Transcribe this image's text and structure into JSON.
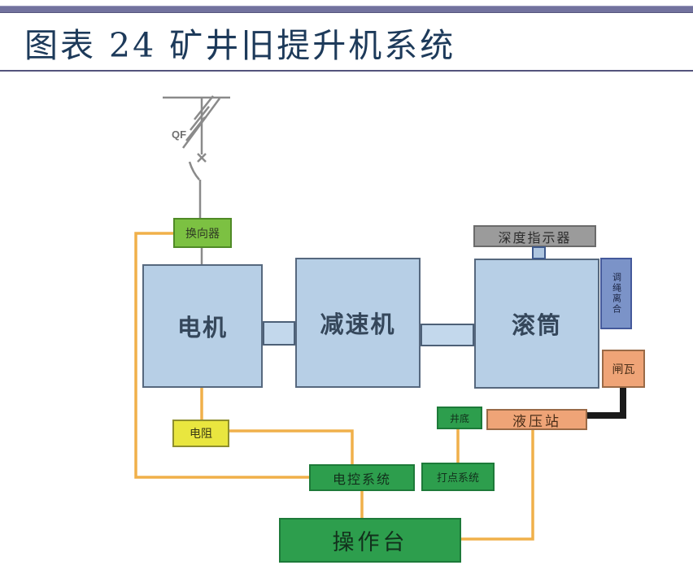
{
  "header": {
    "title": "图表 24 矿井旧提升机系统"
  },
  "diagram": {
    "labels": {
      "breaker": "QF",
      "reverser": "换向器",
      "motor": "电机",
      "reducer": "减速机",
      "drum": "滚筒",
      "depth_indicator": "深度指示器",
      "rope_clutch": "调绳离合",
      "brake_shoe": "闸瓦",
      "hydraulic_station": "液压站",
      "shaft_bottom": "井底",
      "signal_system": "打点系统",
      "electric_control_system": "电控系统",
      "operator_console": "操作台",
      "resistor": "电阻"
    },
    "colors": {
      "accent_bar": "#72729e",
      "title_color": "#1d3a5a",
      "box_blue": "#b7cfe6",
      "box_blue_border": "#56687e",
      "box_green_bright": "#7cc142",
      "box_green_dark": "#2d9e4d",
      "box_yellow": "#e9e63f",
      "box_orange": "#efa477",
      "box_gray": "#9b9b9b",
      "box_slate_blue": "#7b93c8",
      "line_orange": "#f0b04a",
      "line_black": "#1a1a1a",
      "line_gray": "#8a8a8a"
    }
  }
}
